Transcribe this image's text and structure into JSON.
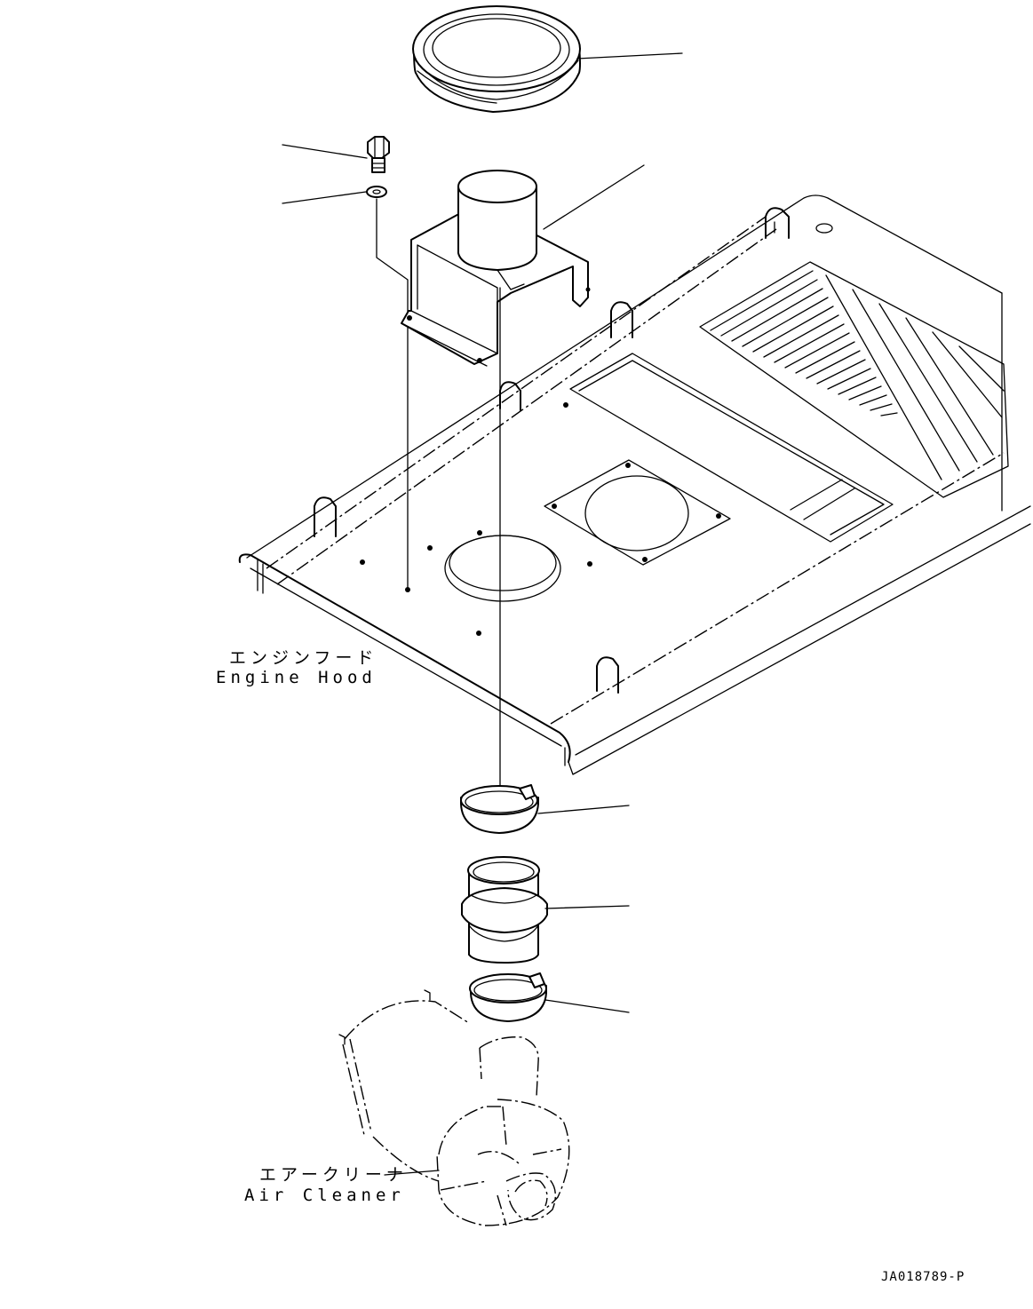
{
  "labels": {
    "engine_hood_ja": "エンジンフード",
    "engine_hood_en": "Engine Hood",
    "air_cleaner_ja": "エアークリーナ",
    "air_cleaner_en": "Air Cleaner"
  },
  "drawing_number": "JA018789-P"
}
